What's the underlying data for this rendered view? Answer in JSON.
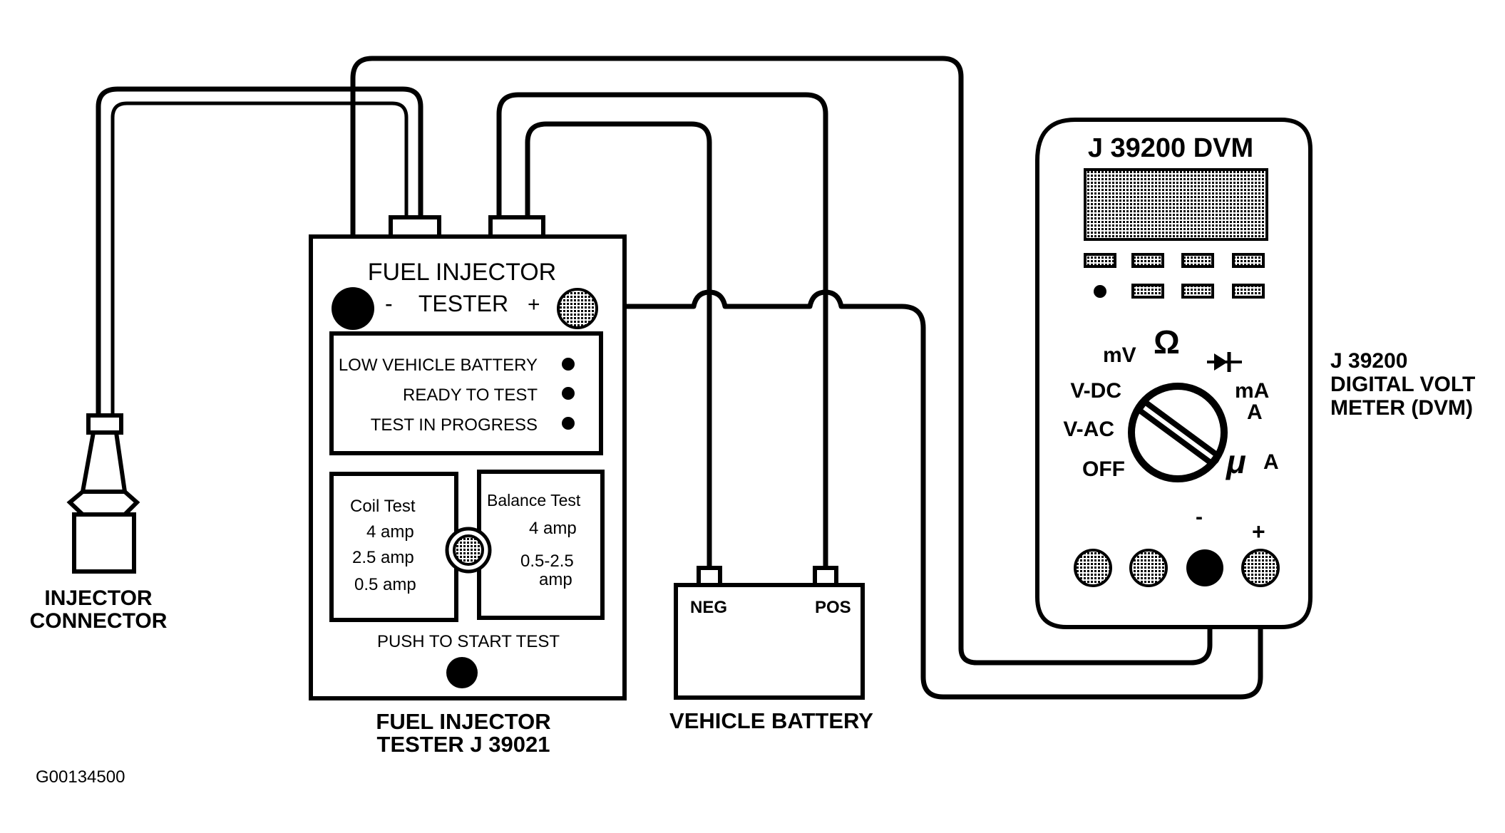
{
  "tester": {
    "title_line1": "FUEL INJECTOR",
    "title_line2": "TESTER",
    "minus": "-",
    "plus": "+",
    "indicators": [
      "LOW VEHICLE BATTERY",
      "READY TO TEST",
      "TEST IN PROGRESS"
    ],
    "coil_test": {
      "title": "Coil Test",
      "items": [
        "4 amp",
        "2.5 amp",
        "0.5 amp"
      ]
    },
    "balance_test": {
      "title": "Balance Test",
      "items": [
        "4 amp",
        "0.5-2.5",
        "amp"
      ]
    },
    "push_label": "PUSH TO START TEST",
    "caption_line1": "FUEL INJECTOR",
    "caption_line2": "TESTER J 39021"
  },
  "battery": {
    "neg": "NEG",
    "pos": "POS",
    "caption": "VEHICLE BATTERY"
  },
  "injector": {
    "caption_line1": "INJECTOR",
    "caption_line2": "CONNECTOR"
  },
  "dvm": {
    "title": "J 39200 DVM",
    "dial": {
      "mv": "mV",
      "ohm": "Ω",
      "vdc": "V-DC",
      "vac": "V-AC",
      "off": "OFF",
      "ma": "mA",
      "a": "A",
      "ua_mu": "μ",
      "ua_a": "A"
    },
    "jack_minus": "-",
    "jack_plus": "+",
    "side_label": [
      "J 39200",
      "DIGITAL VOLT",
      "METER (DVM)"
    ]
  },
  "figure_id": "G00134500"
}
